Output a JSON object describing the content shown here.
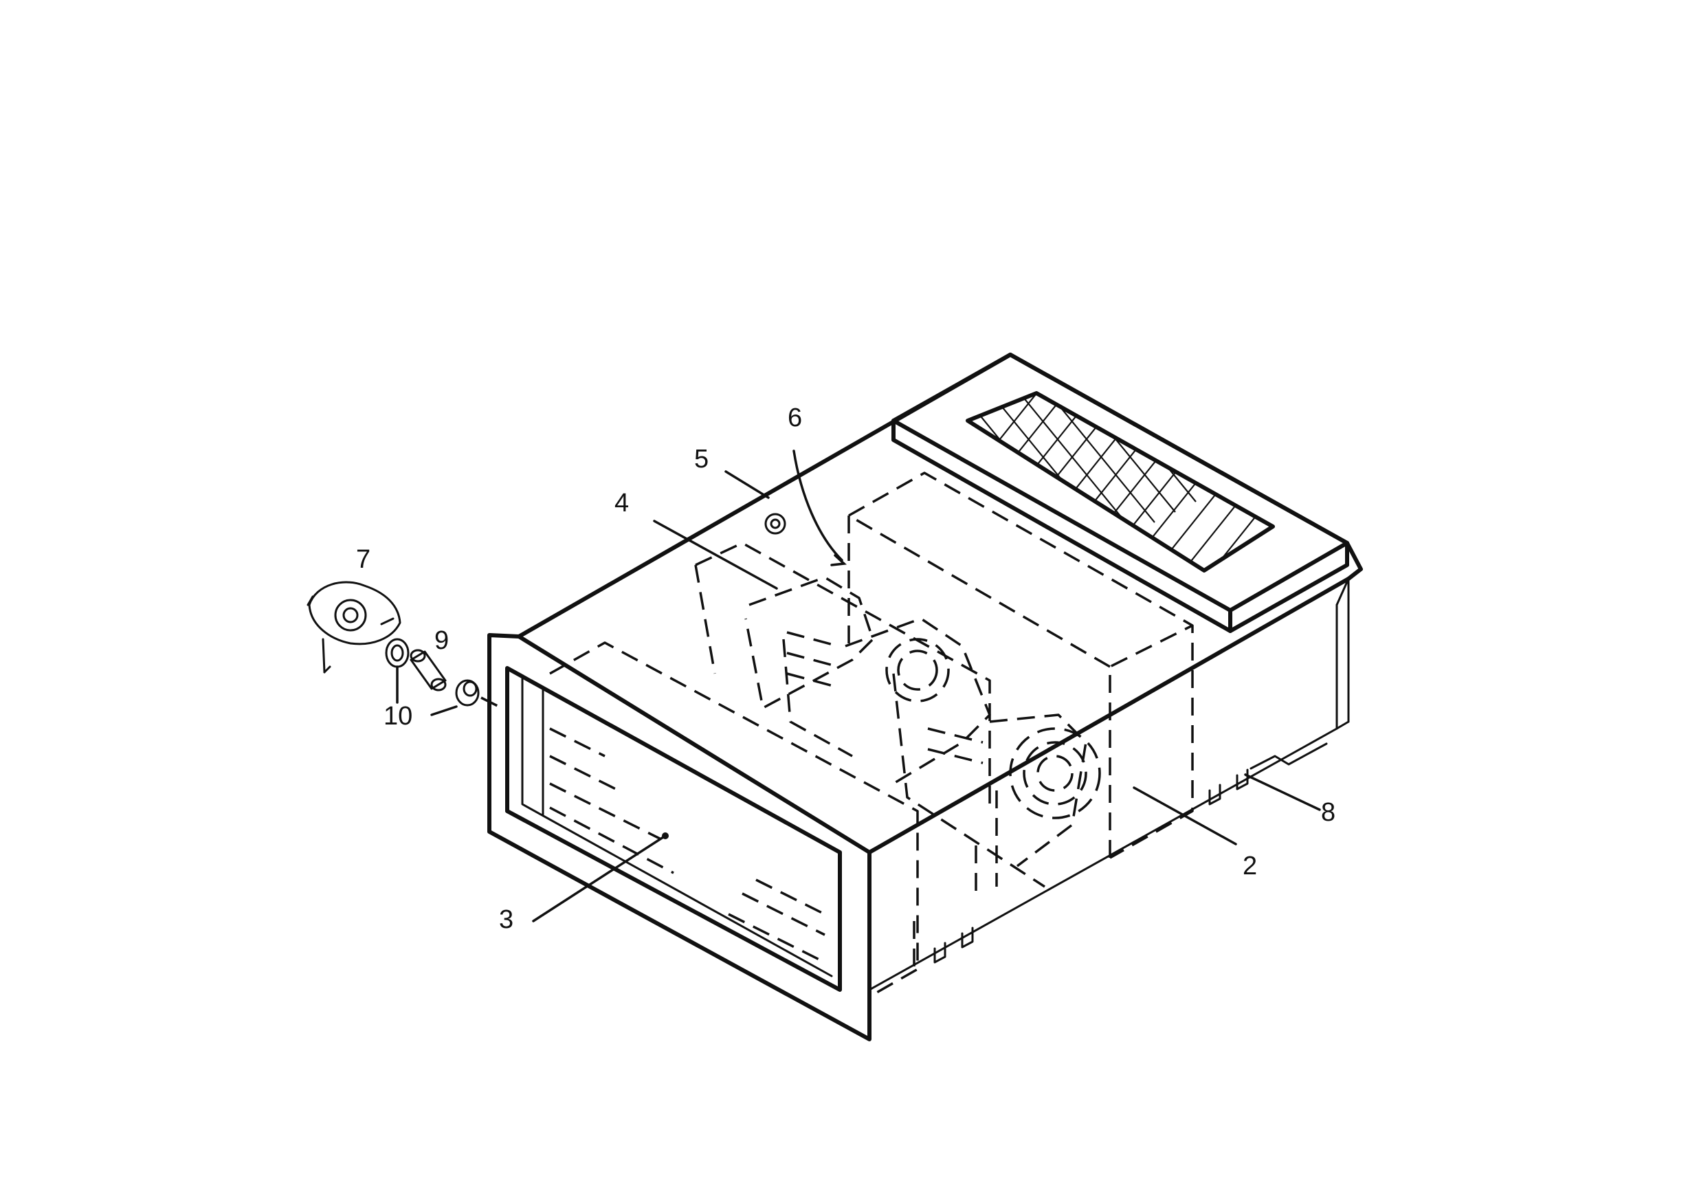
{
  "callouts": [
    {
      "id": "2",
      "text": "2"
    },
    {
      "id": "3",
      "text": "3"
    },
    {
      "id": "4",
      "text": "4"
    },
    {
      "id": "5",
      "text": "5"
    },
    {
      "id": "6",
      "text": "6"
    },
    {
      "id": "7",
      "text": "7"
    },
    {
      "id": "8",
      "text": "8"
    },
    {
      "id": "9",
      "text": "9"
    },
    {
      "id": "10",
      "text": "10"
    }
  ],
  "icons": {
    "fan": "fan-icon",
    "grille": "mesh-grille-icon",
    "knob": "control-knob-icon"
  },
  "colors": {
    "line": "#111111",
    "background": "#ffffff"
  }
}
